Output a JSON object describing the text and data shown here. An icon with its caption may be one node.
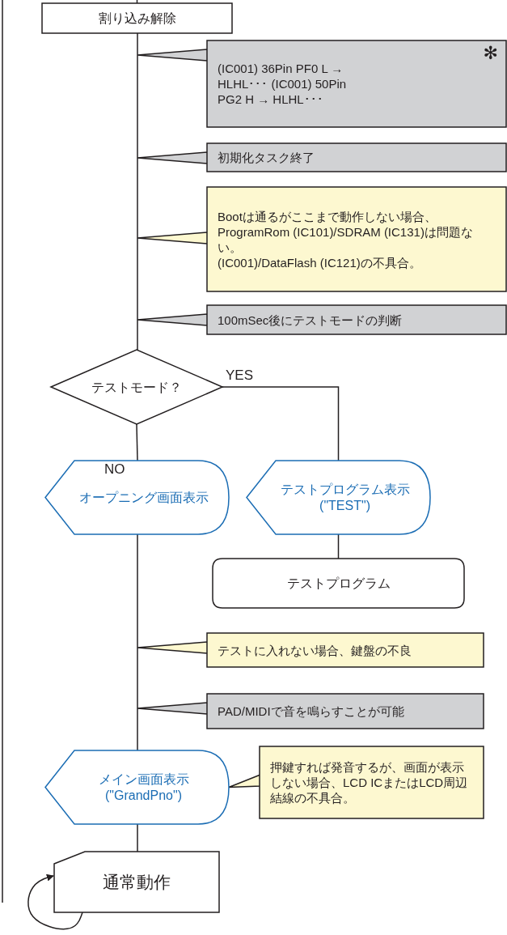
{
  "diagram": {
    "nodes": [
      {
        "text": [
          "割り込み解除"
        ]
      },
      {
        "text": [
          "(IC001) 36Pin PF0 L → HLHL･･･ (IC001) 50Pin PG2 H → HLHL･･･",
          "✻"
        ]
      },
      {
        "text": [
          "初期化タスク終了"
        ]
      },
      {
        "text": [
          "Bootは通るがここまで動作しない場合、ProgramRom (IC101)/SDRAM (IC131)は問題ない。",
          "(IC001)/DataFlash (IC121)の不具合。"
        ]
      },
      {
        "text": [
          "100mSec後にテストモードの判断"
        ]
      },
      {
        "text": [
          "テストモード？"
        ]
      },
      {
        "text": [
          "オープニング画面表示"
        ]
      },
      {
        "text": [
          "テストプログラム表示 (\"TEST\")"
        ]
      },
      {
        "text": [
          "テストプログラム"
        ]
      },
      {
        "text": [
          "テストに入れない場合、鍵盤の不良"
        ]
      },
      {
        "text": [
          "PAD/MIDIで音を鳴らすことが可能"
        ]
      },
      {
        "text": [
          "メイン画面表示 (\"GrandPno\")"
        ]
      },
      {
        "text": [
          "押鍵すれば発音するが、画面が表示しない場合、LCD ICまたはLCD周辺結線の不具合。"
        ]
      },
      {
        "text": [
          "通常動作"
        ]
      }
    ],
    "edges": [
      {
        "from": null,
        "to": 0,
        "arrow": "none"
      },
      {
        "from": 0,
        "to": 5,
        "arrow": "none"
      },
      {
        "from": 5,
        "to": 6,
        "arrow": "none",
        "label": "NO"
      },
      {
        "from": 5,
        "to": 7,
        "arrow": "none",
        "label": "YES"
      },
      {
        "from": 7,
        "to": 8,
        "arrow": "none"
      },
      {
        "from": 6,
        "to": 11,
        "arrow": "none"
      },
      {
        "from": 11,
        "to": 13,
        "arrow": "none"
      },
      {
        "from": 13,
        "to": 13,
        "arrow": "to"
      },
      {
        "from": 1,
        "to": null,
        "arrow": "none"
      },
      {
        "from": 2,
        "to": null,
        "arrow": "none"
      },
      {
        "from": 3,
        "to": null,
        "arrow": "none"
      },
      {
        "from": 4,
        "to": null,
        "arrow": "none"
      },
      {
        "from": 9,
        "to": null,
        "arrow": "none"
      },
      {
        "from": 10,
        "to": null,
        "arrow": "none"
      },
      {
        "from": 12,
        "to": 11,
        "arrow": "none"
      }
    ]
  }
}
